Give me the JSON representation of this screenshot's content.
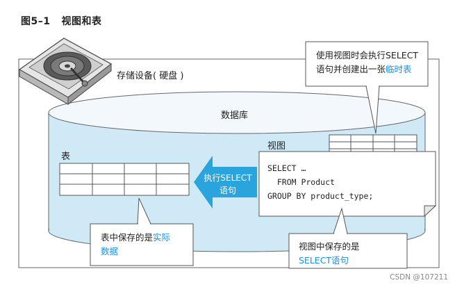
{
  "figure": {
    "number": "图5–1",
    "title": "视图和表"
  },
  "labels": {
    "storage": "存储设备( 硬盘 )",
    "database": "数据库",
    "table": "表",
    "view": "视图"
  },
  "arrow": {
    "line1": "执行SELECT",
    "line2": "语句"
  },
  "sql_lines": [
    "SELECT …",
    "  FROM Product",
    "GROUP BY product_type;"
  ],
  "callouts": {
    "view_exec": {
      "line1": "使用视图时会执行SELECT",
      "line2_prefix": "语句并创建出一张",
      "line2_highlight": "临时表"
    },
    "table_stores": {
      "line1_prefix": "表中保存的是",
      "line1_highlight": "实际",
      "line2_highlight": "数据"
    },
    "view_stores": {
      "line1": "视图中保存的是",
      "line2_highlight": "SELECT语句"
    }
  },
  "watermark": "CSDN @107211",
  "colors": {
    "cylinder_fill": "#cfeaf6",
    "cylinder_top": "#f2f8fb",
    "arrow_fill": "#2aa4dc",
    "highlight_text": "#1f8fd8",
    "grid_line": "#555555"
  },
  "icons": [
    "hard-disk-icon"
  ]
}
